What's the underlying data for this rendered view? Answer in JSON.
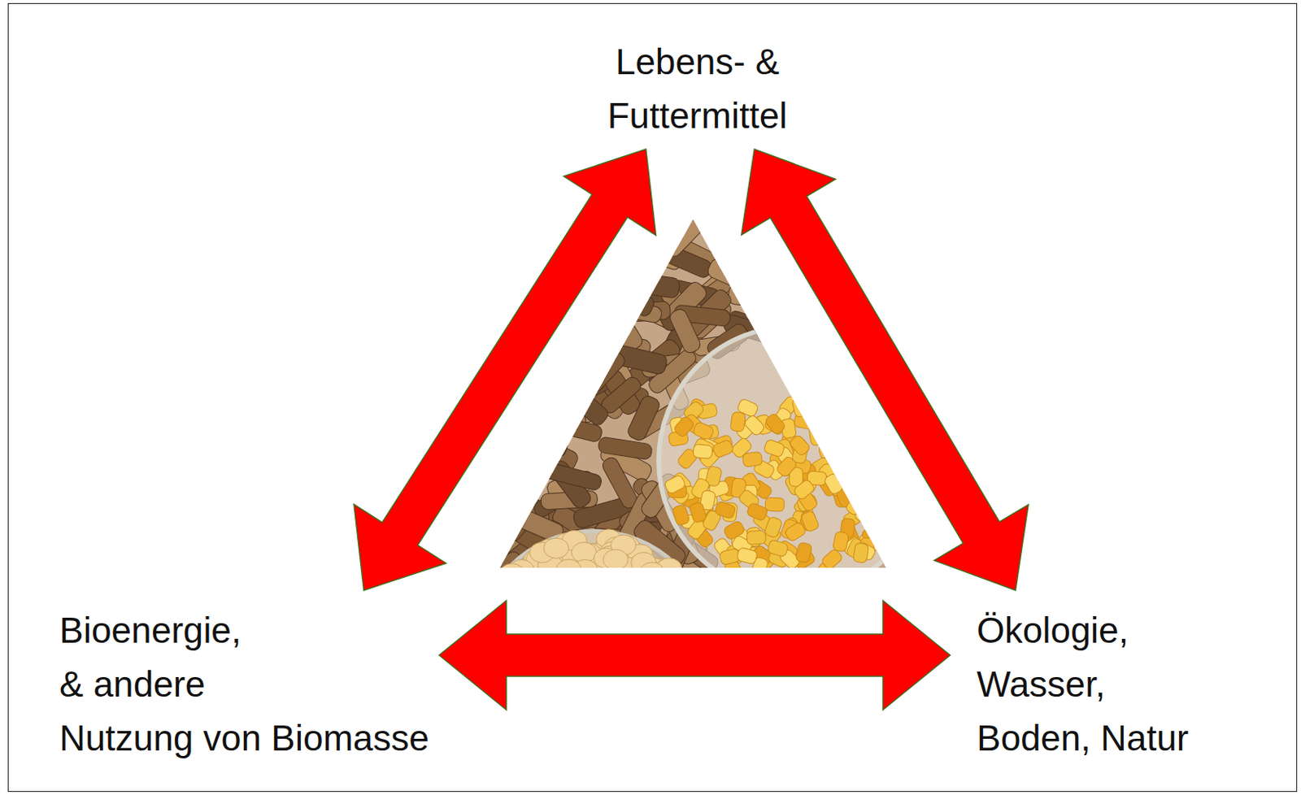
{
  "diagram": {
    "nodes": [
      {
        "text": [
          "Lebens- & Futtermittel"
        ]
      },
      {
        "text": [
          "Bioenergie, & andere Nutzung von Biomasse"
        ]
      },
      {
        "text": [
          "Ökologie, Wasser, Boden, Natur"
        ]
      }
    ],
    "edges": [
      {
        "from": 0,
        "to": 1,
        "arrow": "both"
      },
      {
        "from": 0,
        "to": 2,
        "arrow": "both"
      },
      {
        "from": 1,
        "to": 2,
        "arrow": "both"
      }
    ]
  }
}
